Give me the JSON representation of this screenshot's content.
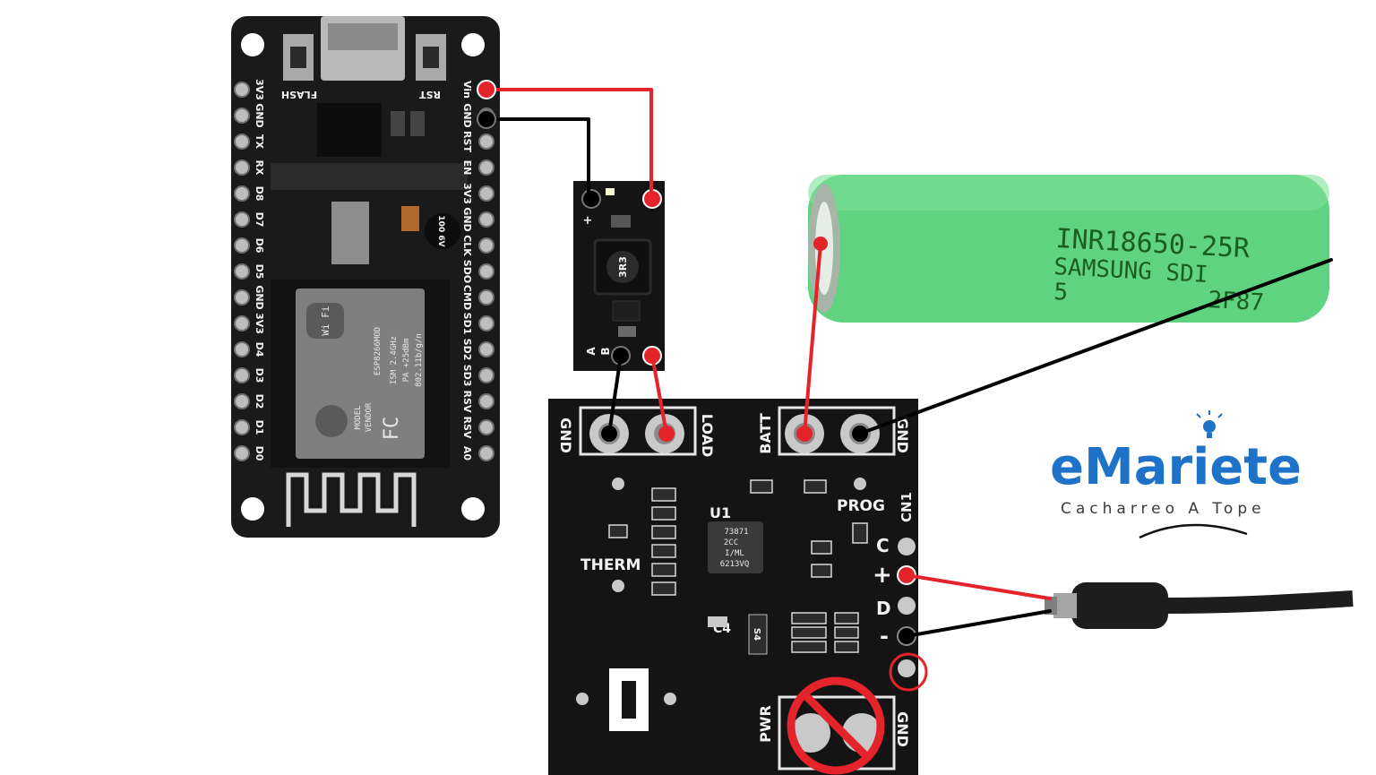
{
  "nodemcu": {
    "buttons": {
      "flash": "FLASH",
      "rst": "RST"
    },
    "right_pins": [
      "Vin",
      "GND",
      "RST",
      "EN",
      "3V3",
      "GND",
      "CLK",
      "SDO",
      "CMD",
      "SD1",
      "SD2",
      "SD3",
      "RSV",
      "RSV",
      "A0"
    ],
    "left_pins": [
      "3V3",
      "GND",
      "TX",
      "RX",
      "D8",
      "D7",
      "D6",
      "D5",
      "GND",
      "3V3",
      "D4",
      "D3",
      "D2",
      "D1",
      "D0"
    ],
    "module": {
      "wifi": "Wi Fi",
      "model": "ESP8266MOD",
      "specs": [
        "ISM 2.4GHz",
        "PA +25dBm",
        "802.11b/g/n"
      ],
      "vendor": [
        "MODEL",
        "VENDOR"
      ],
      "fc": "FC"
    },
    "cap_label": "100 6V"
  },
  "boost": {
    "inductor": "3R3",
    "pins": {
      "a": "A",
      "b": "B",
      "plus": "+",
      "minus": "-"
    }
  },
  "battery": {
    "lines": [
      "INR18650-25R",
      "SAMSUNG  SDI",
      "5          2F87"
    ]
  },
  "charger": {
    "labels": {
      "gnd_top": "GND",
      "load": "LOAD",
      "batt": "BATT",
      "gnd_right": "GND",
      "prog": "PROG",
      "therm": "THERM",
      "cn1": "CN1",
      "c": "C",
      "plus": "+",
      "d": "D",
      "minus": "-",
      "pwr": "PWR",
      "gnd_bottom": "GND",
      "u1": "U1",
      "c4": "C4",
      "s4": "S4"
    },
    "chip": [
      "73871",
      "2CC",
      "I/ML",
      "6213VQ"
    ]
  },
  "logo": {
    "brand": "eMariete",
    "tagline": "Cacharreo A Tope"
  },
  "colors": {
    "wire_positive": "#e4232b",
    "wire_negative": "#000000",
    "pcb": "#151515",
    "battery": "#5fd37f",
    "logo": "#1e73c8"
  }
}
